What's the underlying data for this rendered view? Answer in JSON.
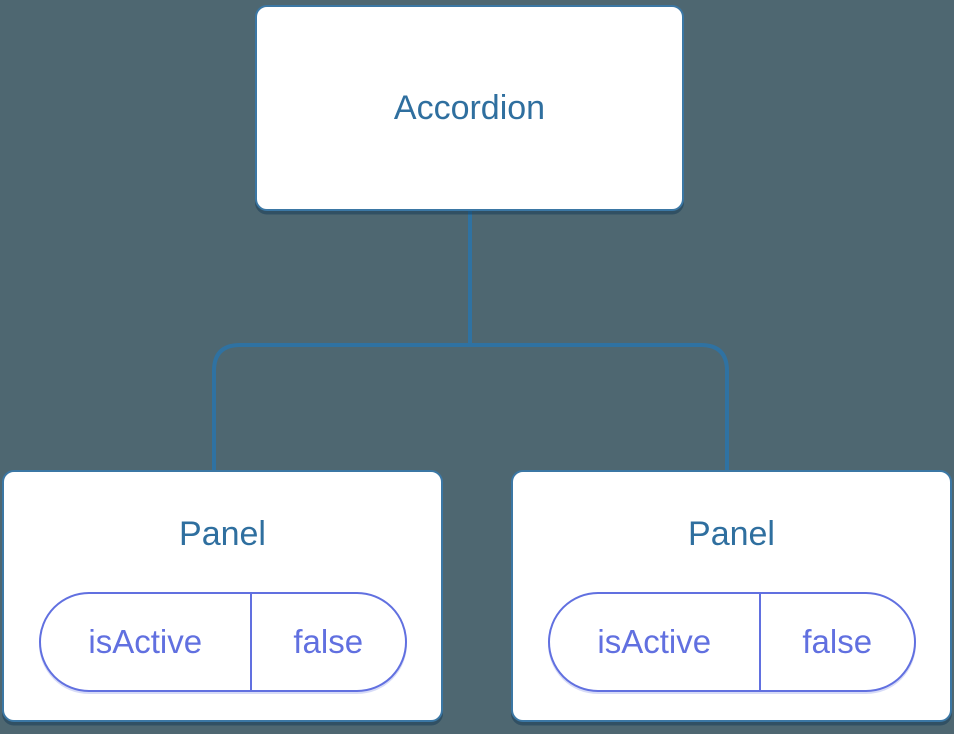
{
  "colors": {
    "canvas-bg": "#4E6771",
    "node-bg": "#FFFFFF",
    "node-border": "#3B77A4",
    "node-label": "#2F6F9F",
    "connector": "#2F72A2",
    "state": "#6170E0"
  },
  "tree": {
    "root": {
      "label": "Accordion"
    },
    "children": [
      {
        "label": "Panel",
        "state": {
          "key": "isActive",
          "value": "false"
        }
      },
      {
        "label": "Panel",
        "state": {
          "key": "isActive",
          "value": "false"
        }
      }
    ]
  }
}
